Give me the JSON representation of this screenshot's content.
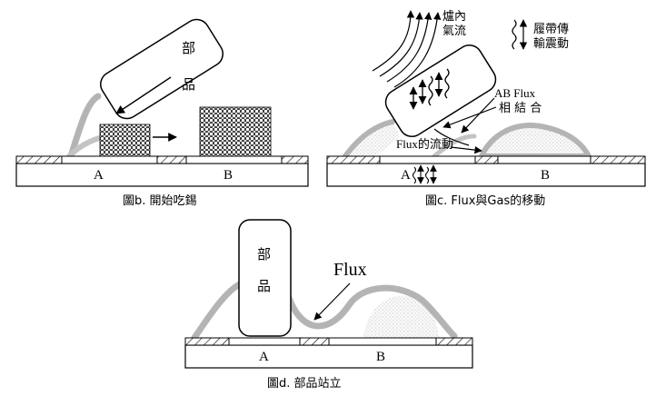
{
  "panel_b": {
    "component_label_1": "部",
    "component_label_2": "品",
    "pad_a": "A",
    "pad_b": "B",
    "caption": "圖b. 開始吃錫"
  },
  "panel_c": {
    "airflow_label_1": "爐內",
    "airflow_label_2": "氣流",
    "vibration_label_1": "履帶傳",
    "vibration_label_2": "輸震動",
    "ab_flux_label": "AB Flux",
    "combine_label": "相 結 合",
    "flux_flow_label": "Flux的流動",
    "pad_a": "A",
    "pad_b": "B",
    "caption": "圖c. Flux與Gas的移動"
  },
  "panel_d": {
    "component_label_1": "部",
    "component_label_2": "品",
    "flux_label": "Flux",
    "pad_a": "A",
    "pad_b": "B",
    "caption": "圖d. 部品站立"
  }
}
